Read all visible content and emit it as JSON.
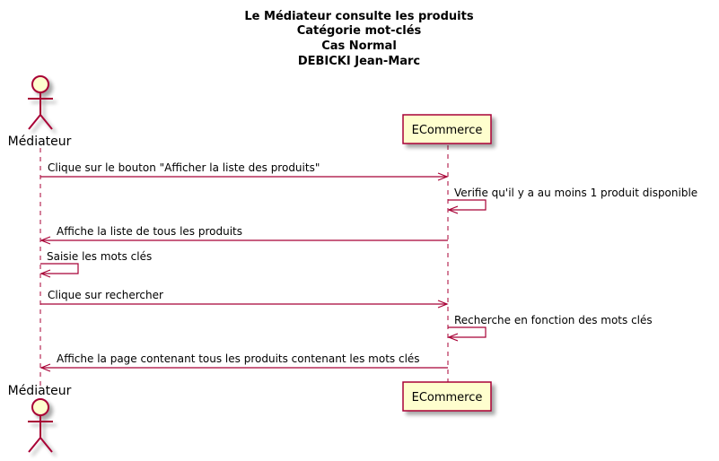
{
  "title_lines": [
    "Le Médiateur consulte les produits",
    "Catégorie mot-clés",
    "Cas Normal",
    "DEBICKI Jean-Marc"
  ],
  "participants": {
    "actor": {
      "name": "Médiateur",
      "kind": "actor"
    },
    "system": {
      "name": "ECommerce",
      "kind": "participant"
    }
  },
  "messages": [
    {
      "from": "actor",
      "to": "system",
      "text": "Clique sur le bouton \"Afficher la liste des produits\""
    },
    {
      "from": "system",
      "to": "system",
      "text": "Verifie qu'il y a au moins 1 produit disponible"
    },
    {
      "from": "system",
      "to": "actor",
      "text": "Affiche la liste de tous les produits"
    },
    {
      "from": "actor",
      "to": "actor",
      "text": "Saisie les mots clés"
    },
    {
      "from": "actor",
      "to": "system",
      "text": "Clique sur rechercher"
    },
    {
      "from": "system",
      "to": "system",
      "text": "Recherche en fonction des mots clés"
    },
    {
      "from": "system",
      "to": "actor",
      "text": "Affiche la page contenant tous les produits contenant les mots clés"
    }
  ],
  "colors": {
    "line": "#A80036",
    "fill": "#FEFECE",
    "text": "#000000"
  }
}
